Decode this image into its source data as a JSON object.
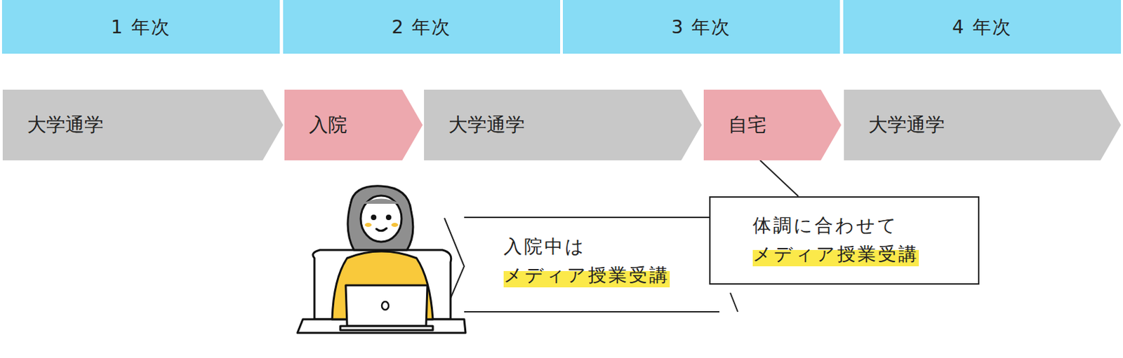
{
  "diagram": {
    "nodes": [
      {
        "text": [
          "1 年次"
        ]
      },
      {
        "text": [
          "2 年次"
        ]
      },
      {
        "text": [
          "3 年次"
        ]
      },
      {
        "text": [
          "4 年次"
        ]
      },
      {
        "text": [
          "大学通学"
        ]
      },
      {
        "text": [
          "入院"
        ]
      },
      {
        "text": [
          "大学通学"
        ]
      },
      {
        "text": [
          "自宅"
        ]
      },
      {
        "text": [
          "大学通学"
        ]
      },
      {
        "text": [
          "入院中は",
          "メディア授業受講"
        ]
      },
      {
        "text": [
          "体調に合わせて",
          "メディア授業受講"
        ]
      }
    ],
    "edges": [
      {
        "from": 10,
        "to": 7,
        "arrow": "none"
      }
    ]
  }
}
